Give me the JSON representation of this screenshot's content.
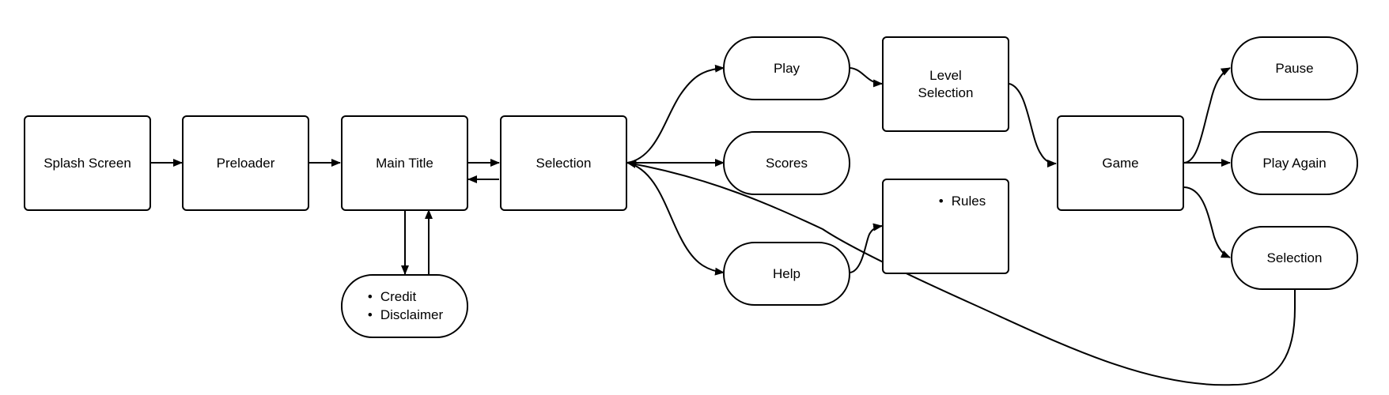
{
  "nodes": {
    "splash": "Splash Screen",
    "preloader": "Preloader",
    "main_title": "Main Title",
    "selection": "Selection",
    "play": "Play",
    "scores": "Scores",
    "help": "Help",
    "level_selection": "Level\nSelection",
    "rules": [
      "Rules"
    ],
    "game": "Game",
    "pause": "Pause",
    "play_again": "Play Again",
    "selection_end": "Selection",
    "credits": [
      "Credit",
      "Disclaimer"
    ]
  },
  "colors": {
    "stroke": "#000000",
    "fill": "#ffffff"
  }
}
